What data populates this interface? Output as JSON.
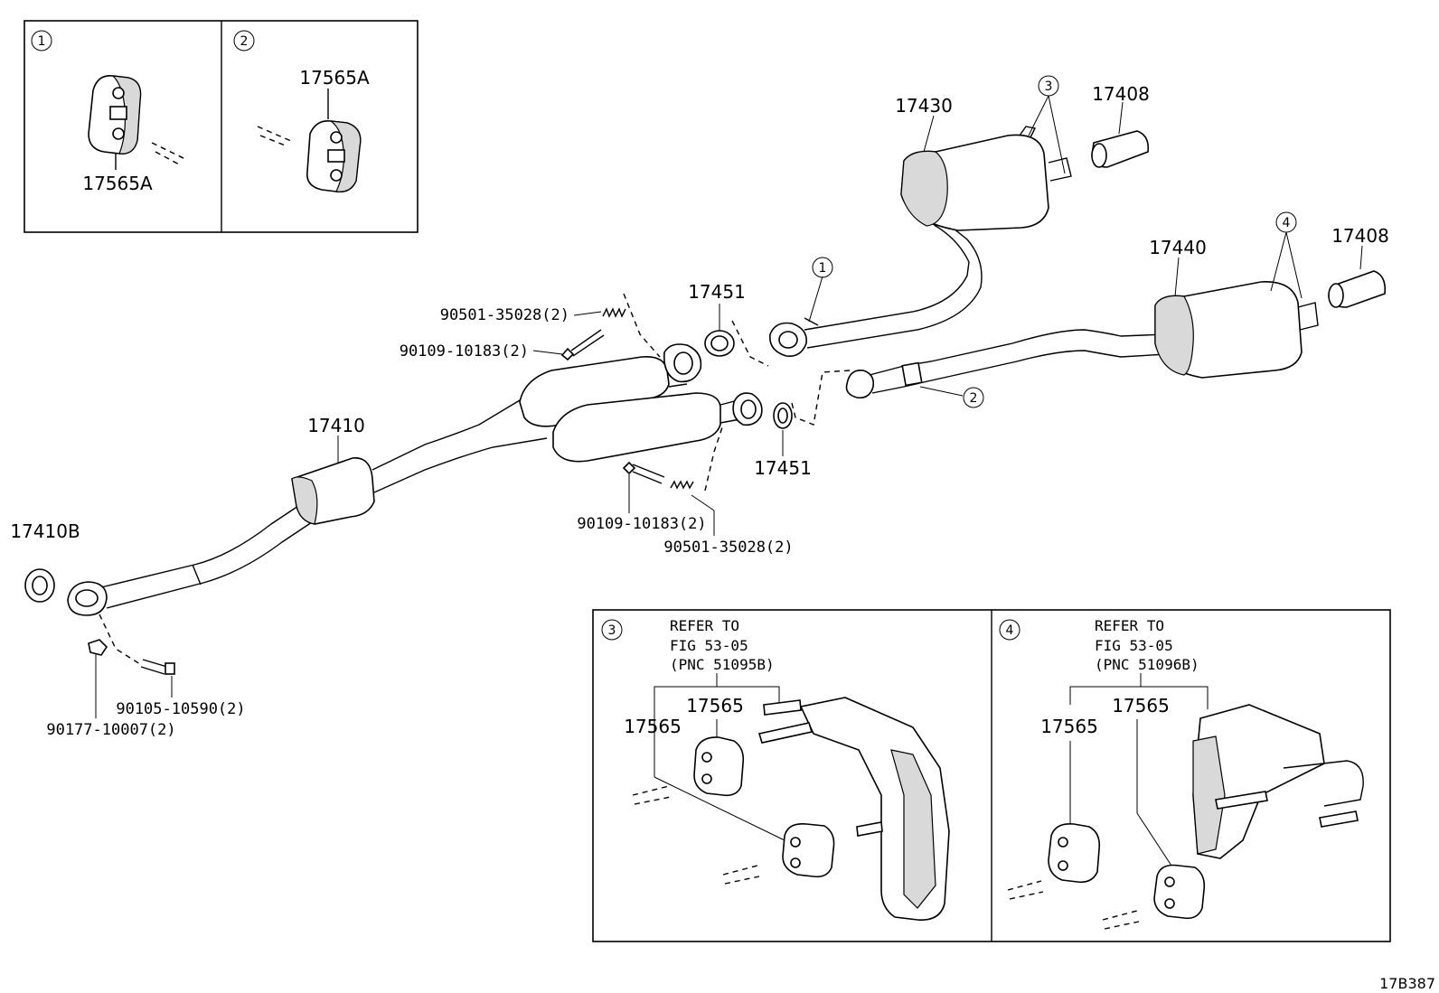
{
  "figure_id": "17B387",
  "insets_top": [
    {
      "marker": "1",
      "part_label": "17565A"
    },
    {
      "marker": "2",
      "part_label": "17565A"
    }
  ],
  "main_labels": {
    "p17430": "17430",
    "p17408_a": "17408",
    "p17408_b": "17408",
    "p17440": "17440",
    "p17451_a": "17451",
    "p17451_b": "17451",
    "p17410": "17410",
    "p17410B": "17410B",
    "bolt_a": "90109-10183(2)",
    "spring_a": "90501-35028(2)",
    "bolt_b": "90109-10183(2)",
    "spring_b": "90501-35028(2)",
    "bolt_c": "90105-10590(2)",
    "nut_c": "90177-10007(2)"
  },
  "markers": {
    "m1": "1",
    "m2": "2",
    "m3": "3",
    "m4": "4"
  },
  "insets_bottom": [
    {
      "marker": "3",
      "refer_line1": "REFER TO",
      "refer_line2": "FIG 53-05",
      "refer_line3": "(PNC 51095B)",
      "label_top": "17565",
      "label_left": "17565"
    },
    {
      "marker": "4",
      "refer_line1": "REFER TO",
      "refer_line2": "FIG 53-05",
      "refer_line3": "(PNC 51096B)",
      "label_top": "17565",
      "label_left": "17565"
    }
  ]
}
